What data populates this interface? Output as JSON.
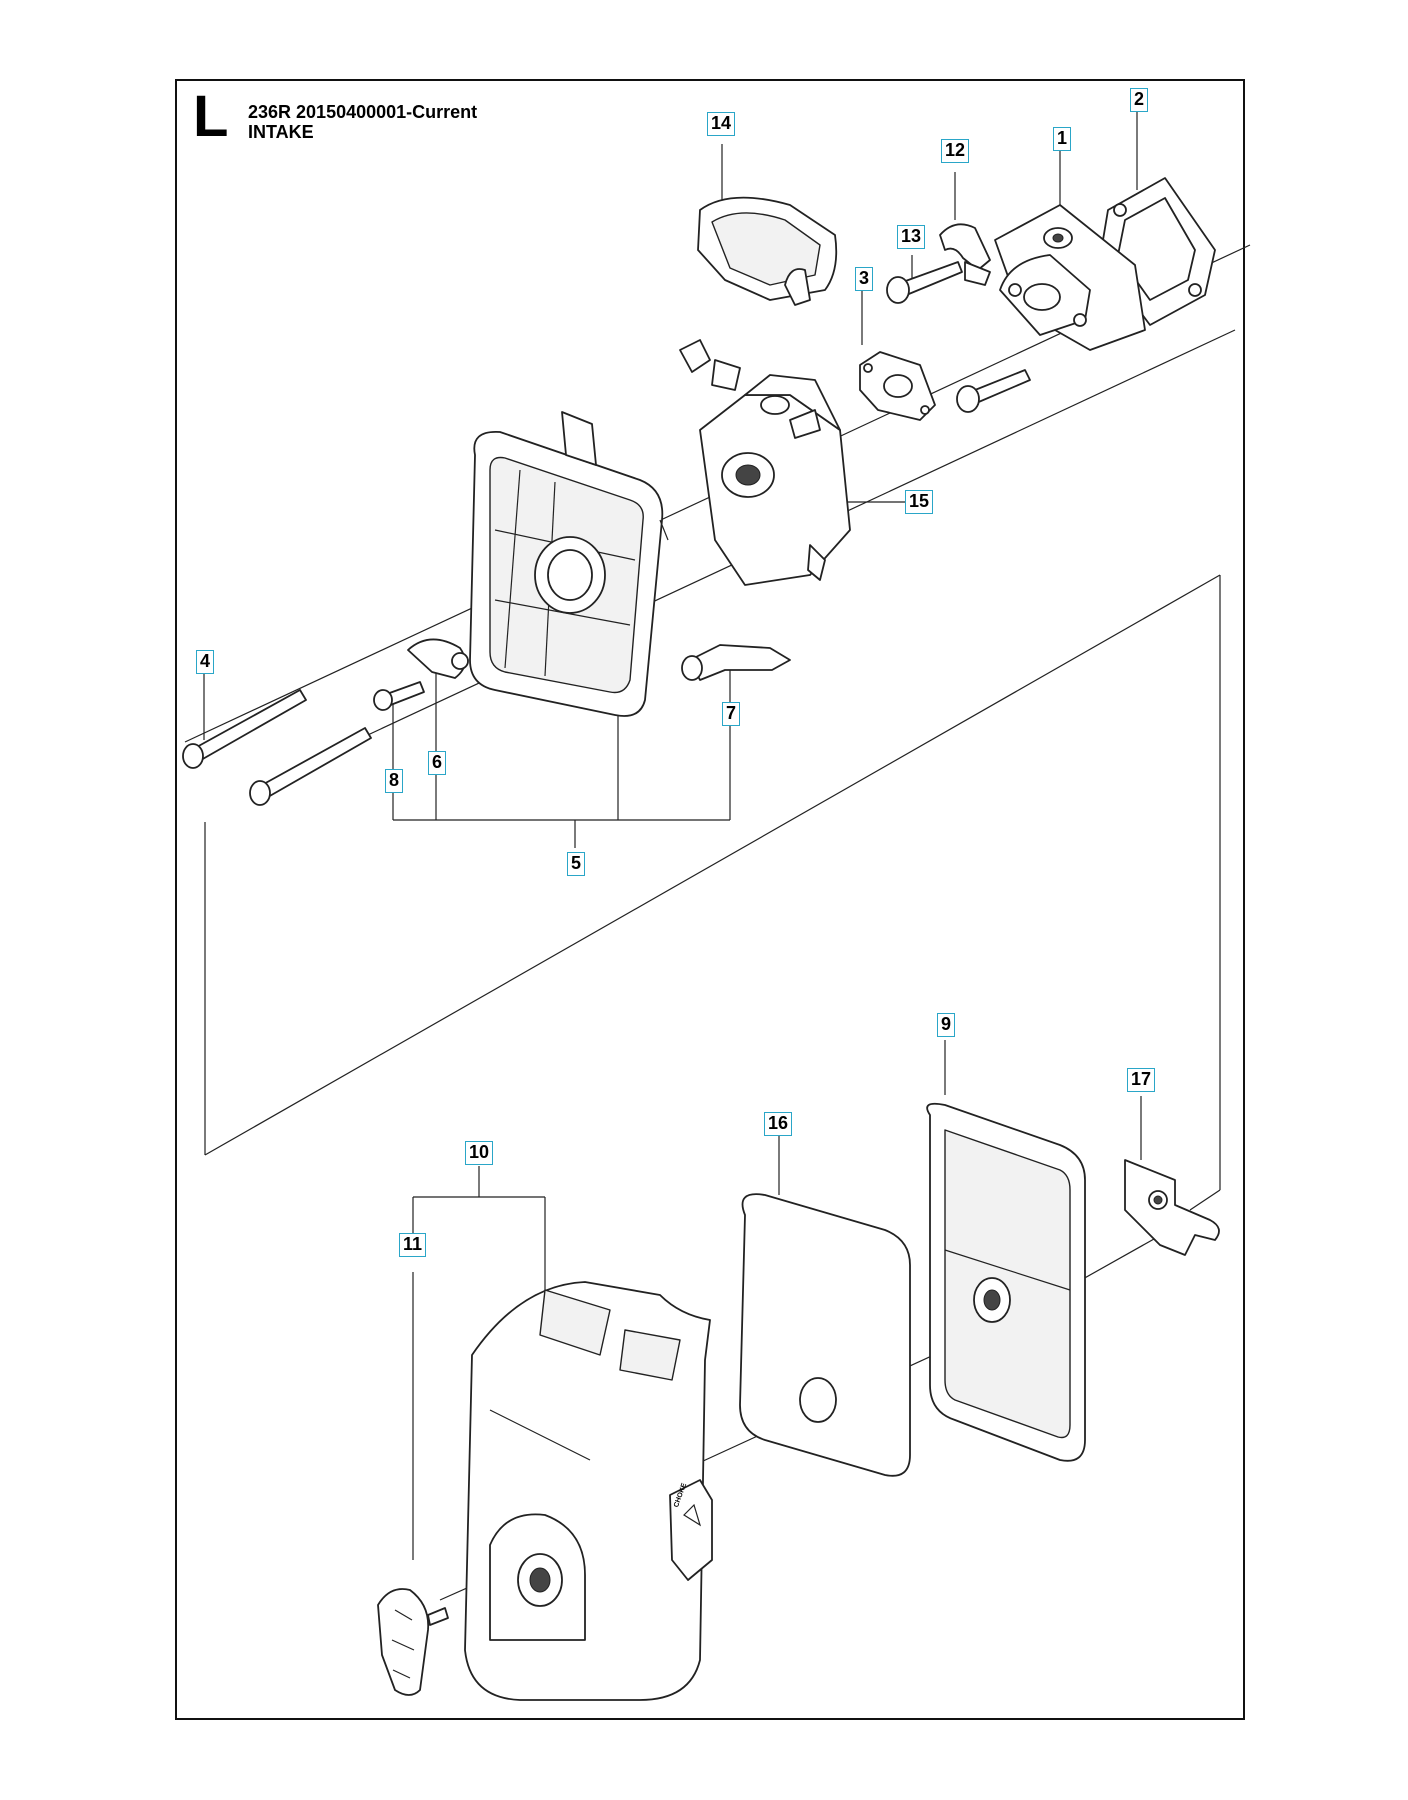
{
  "header": {
    "section_letter": "L",
    "model_line": "236R  20150400001-Current",
    "section_name": "INTAKE"
  },
  "callouts": [
    {
      "id": "1",
      "label": "1"
    },
    {
      "id": "2",
      "label": "2"
    },
    {
      "id": "3",
      "label": "3"
    },
    {
      "id": "4",
      "label": "4"
    },
    {
      "id": "5",
      "label": "5"
    },
    {
      "id": "6",
      "label": "6"
    },
    {
      "id": "7",
      "label": "7"
    },
    {
      "id": "8",
      "label": "8"
    },
    {
      "id": "9",
      "label": "9"
    },
    {
      "id": "10",
      "label": "10"
    },
    {
      "id": "11",
      "label": "11"
    },
    {
      "id": "12",
      "label": "12"
    },
    {
      "id": "13",
      "label": "13"
    },
    {
      "id": "14",
      "label": "14"
    },
    {
      "id": "15",
      "label": "15"
    },
    {
      "id": "16",
      "label": "16"
    },
    {
      "id": "17",
      "label": "17"
    }
  ],
  "choke_label": "CHOKE",
  "colors": {
    "callout_border": "#2aa6c8",
    "line": "#222222",
    "frame": "#111111"
  }
}
